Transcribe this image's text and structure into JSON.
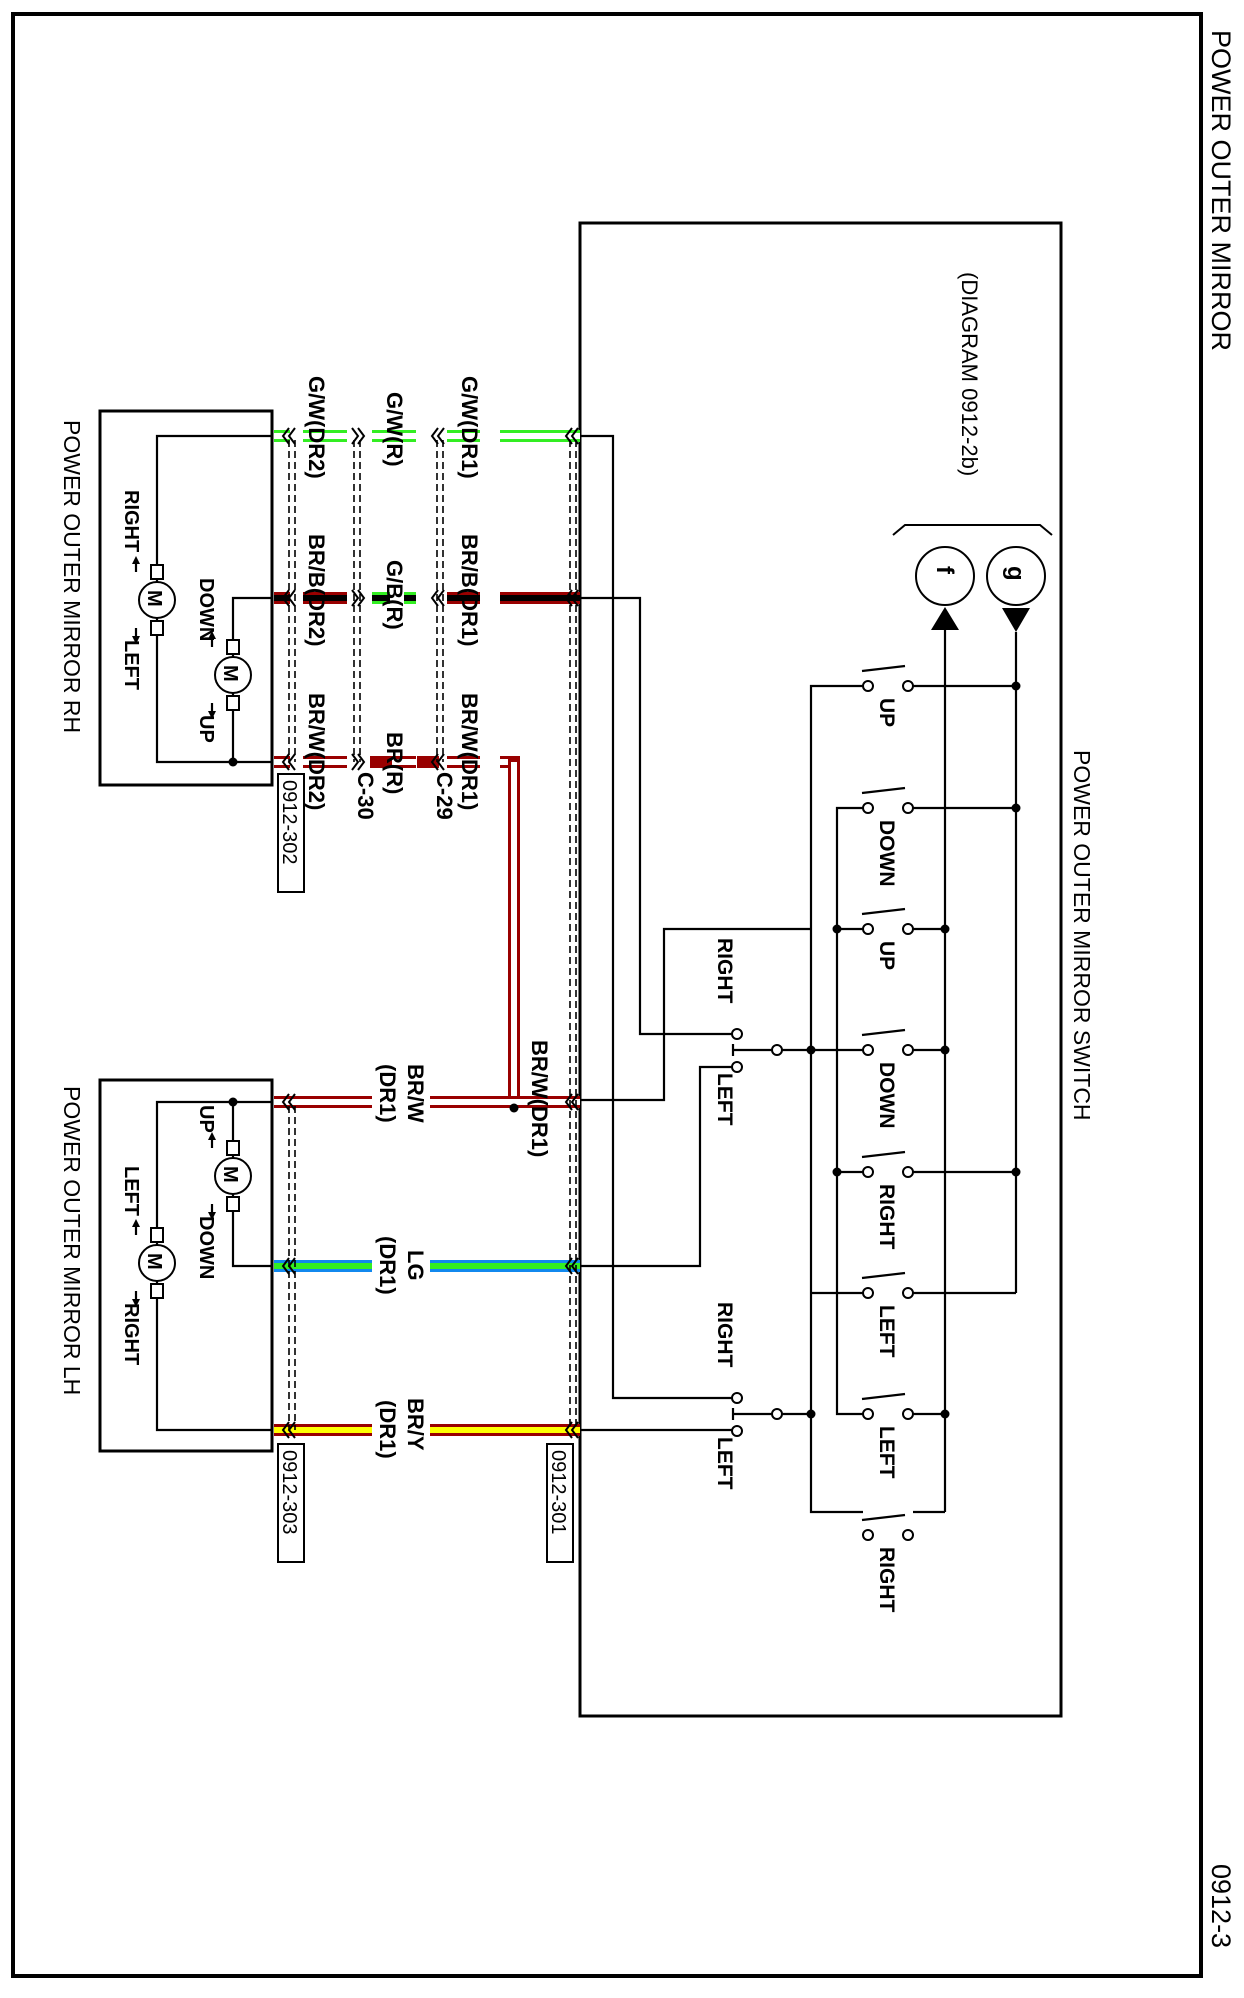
{
  "page": {
    "title": "POWER OUTER MIRROR",
    "page_number": "0912-3"
  },
  "switch": {
    "name": "POWER OUTER MIRROR SWITCH",
    "diagram_ref": "(DIAGRAM 0912-2b)",
    "terminals": [
      {
        "id": "f",
        "label": "f",
        "direction": "out"
      },
      {
        "id": "g",
        "label": "g",
        "direction": "in"
      }
    ],
    "contacts": [
      "UP",
      "DOWN",
      "UP",
      "DOWN",
      "RIGHT",
      "LEFT",
      "LEFT",
      "RIGHT"
    ],
    "selectors": [
      {
        "right_label": "RIGHT",
        "left_label": "LEFT"
      },
      {
        "right_label": "RIGHT",
        "left_label": "LEFT"
      }
    ]
  },
  "mirror_rh": {
    "name": "POWER OUTER MIRROR RH",
    "motors": [
      {
        "symbol": "M",
        "dir_a": "RIGHT",
        "dir_b": "LEFT"
      },
      {
        "symbol": "M",
        "dir_a": "DOWN",
        "dir_b": "UP"
      }
    ],
    "connector": "0912-302"
  },
  "mirror_lh": {
    "name": "POWER OUTER MIRROR LH",
    "motors": [
      {
        "symbol": "M",
        "dir_a": "UP",
        "dir_b": "DOWN"
      },
      {
        "symbol": "M",
        "dir_a": "LEFT",
        "dir_b": "RIGHT"
      }
    ],
    "connector": "0912-303"
  },
  "switch_connector": "0912-301",
  "joint_connectors": [
    "C-29",
    "C-30"
  ],
  "wires": {
    "gw_dr1": "G/W(DR1)",
    "gw_r": "G/W(R)",
    "gw_dr2": "G/W(DR2)",
    "brb_dr1": "BR/B(DR1)",
    "gb_r": "G/B(R)",
    "brb_dr2": "BR/B(DR2)",
    "brw_dr1": "BR/W(DR1)",
    "br_r": "BR(R)",
    "brw_dr2": "BR/W(DR2)",
    "brw_dr1_lower": "BR/W(DR1)",
    "brw_lh_a": "BR/W",
    "brw_lh_b": "(DR1)",
    "lg_a": "LG",
    "lg_b": "(DR1)",
    "bry_a": "BR/Y",
    "bry_b": "(DR1)"
  },
  "colors": {
    "green": "#33ee22",
    "brown": "#990000",
    "black": "#000000",
    "blue": "#1188ee",
    "yellow": "#ffff00"
  }
}
